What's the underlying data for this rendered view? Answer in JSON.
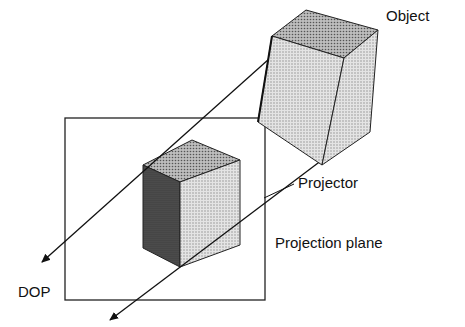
{
  "diagram": {
    "labels": [
      "Object",
      "Projector",
      "DOP",
      "Projection plane"
    ]
  }
}
